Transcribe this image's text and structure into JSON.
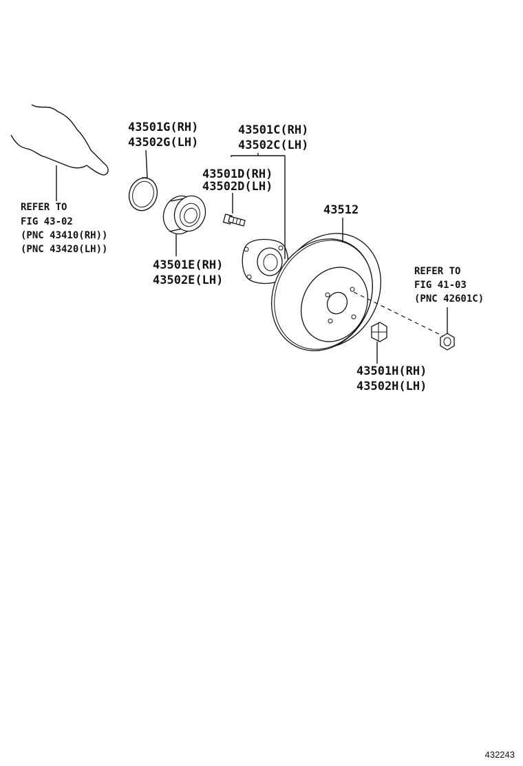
{
  "figure_id": "432243",
  "refer_left": {
    "line1": "REFER TO",
    "line2": "FIG 43-02",
    "line3": "(PNC 43410(RH))",
    "line4": "(PNC 43420(LH))"
  },
  "refer_right": {
    "line1": "REFER TO",
    "line2": "FIG 41-03",
    "line3": "(PNC 42601C)"
  },
  "parts": {
    "snap_ring": {
      "rh": "43501G(RH)",
      "lh": "43502G(LH)"
    },
    "hub": {
      "rh": "43501C(RH)",
      "lh": "43502C(LH)"
    },
    "hub_bolt": {
      "rh": "43501D(RH)",
      "lh": "43502D(LH)"
    },
    "bearing": {
      "rh": "43501E(RH)",
      "lh": "43502E(LH)"
    },
    "disc": {
      "label": "43512"
    },
    "nut": {
      "rh": "43501H(RH)",
      "lh": "43502H(LH)"
    }
  }
}
